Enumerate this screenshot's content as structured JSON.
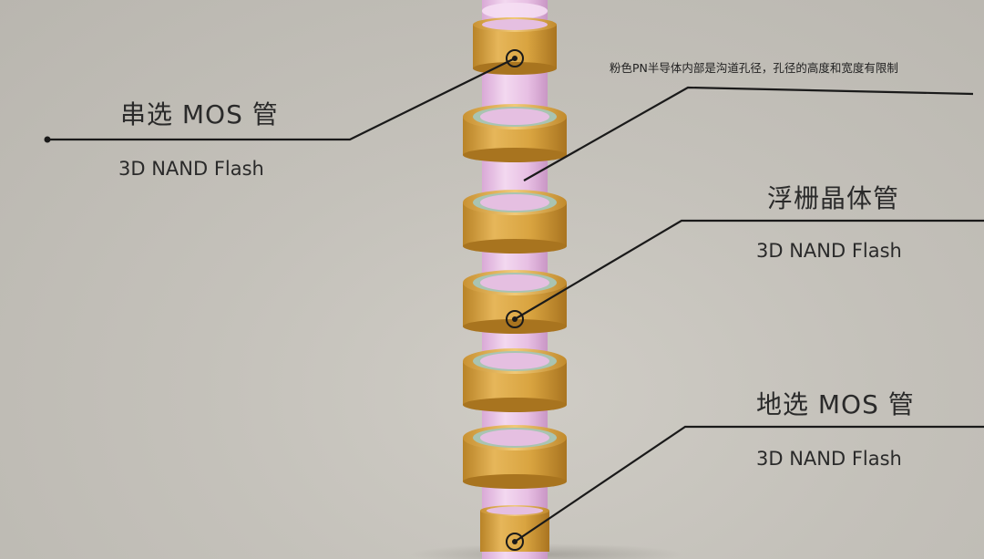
{
  "labels": {
    "string_select": {
      "title": "串选 MOS 管",
      "subtitle": "3D NAND Flash"
    },
    "channel_note": {
      "text": "粉色PN半导体内部是沟道孔径，孔径的高度和宽度有限制"
    },
    "floating_gate": {
      "title": "浮栅晶体管",
      "subtitle": "3D NAND Flash"
    },
    "ground_select": {
      "title": "地选 MOS 管",
      "subtitle": "3D NAND Flash"
    }
  },
  "colors": {
    "background": "#c3c0b8",
    "channel_pink": "#e6c3e6",
    "gate_gold": "#d8a340",
    "oxide_green": "#a9c4b2",
    "leader_line": "#1a1a1a"
  }
}
